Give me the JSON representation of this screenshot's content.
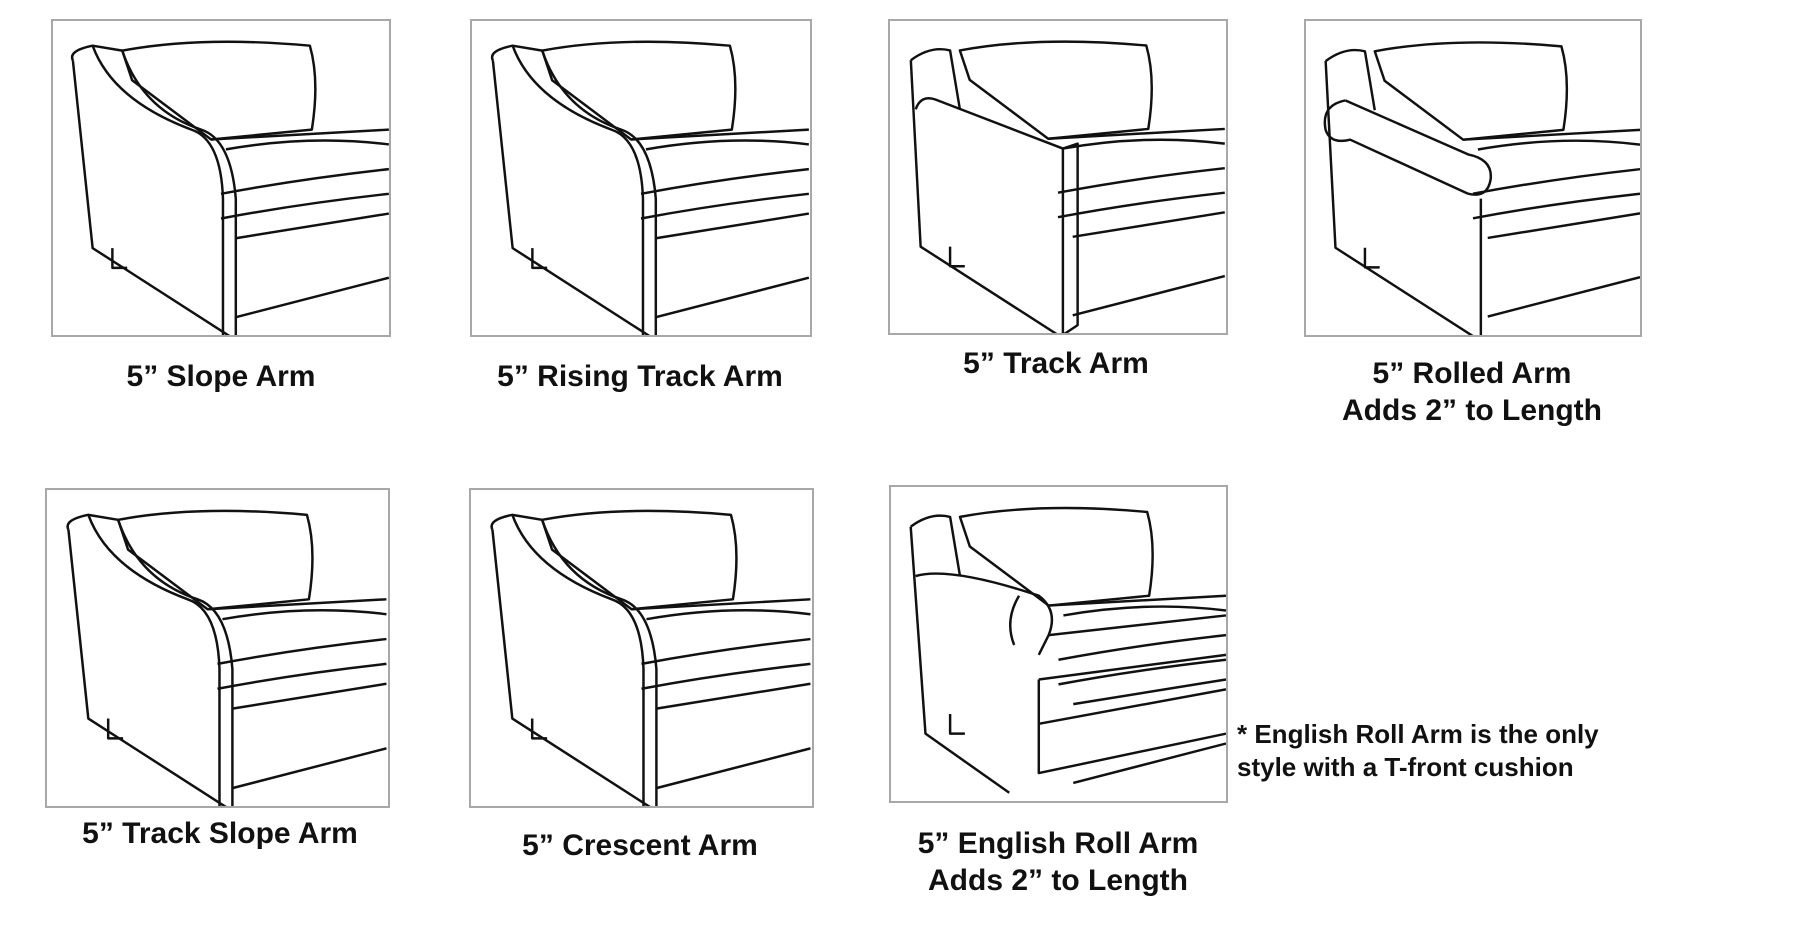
{
  "arm_styles": [
    {
      "name": "5” Slope Arm",
      "note": ""
    },
    {
      "name": "5” Rising Track Arm",
      "note": ""
    },
    {
      "name": "5” Track Arm",
      "note": ""
    },
    {
      "name": "5” Rolled Arm",
      "note": "Adds 2” to Length"
    },
    {
      "name": "5” Track Slope Arm",
      "note": ""
    },
    {
      "name": "5” Crescent Arm",
      "note": ""
    },
    {
      "name": "5” English Roll Arm",
      "note": "Adds 2” to Length"
    }
  ],
  "footnote": {
    "line1": "* English Roll Arm is the only",
    "line2": "style with a T-front cushion"
  }
}
